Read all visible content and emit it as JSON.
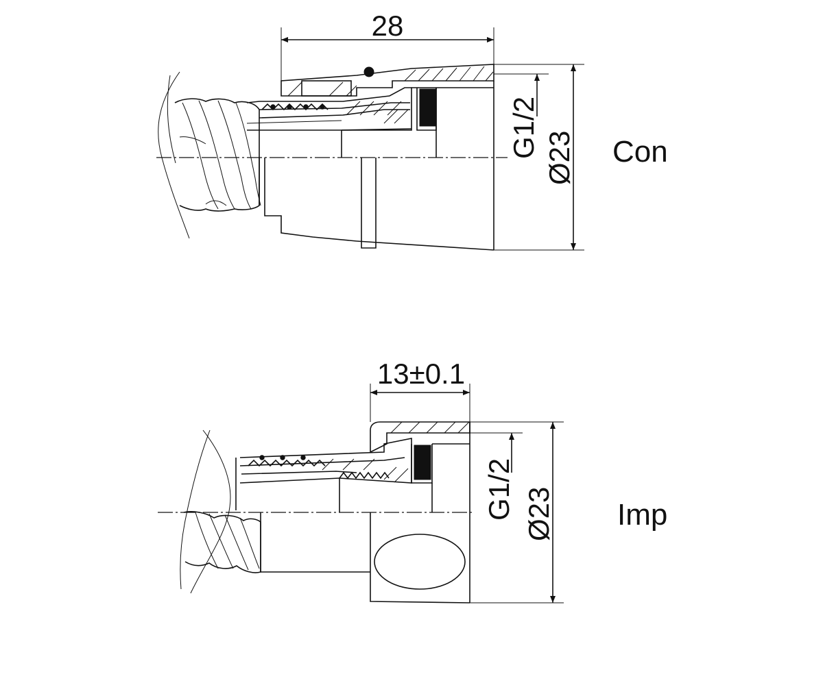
{
  "views": [
    {
      "id": "con",
      "name": "Con",
      "length_dimension": "28",
      "thread_dimension": "G1/2",
      "diameter_dimension": "Ø23"
    },
    {
      "id": "imp",
      "name": "Imp",
      "length_dimension": "13±0.1",
      "thread_dimension": "G1/2",
      "diameter_dimension": "Ø23"
    }
  ],
  "colors": {
    "ink": "#111111",
    "paper": "#ffffff"
  }
}
